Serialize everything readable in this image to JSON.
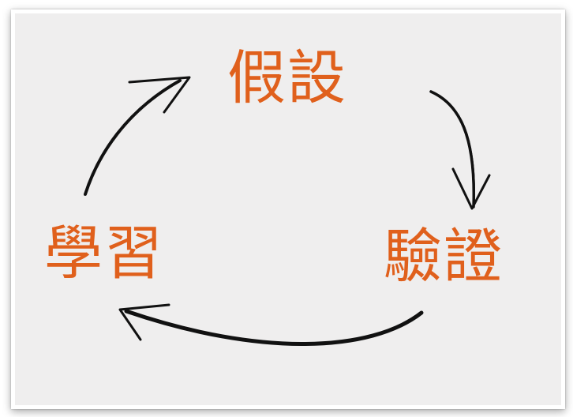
{
  "diagram": {
    "nodes": [
      {
        "id": "hypothesis",
        "label": "假設"
      },
      {
        "id": "verification",
        "label": "驗證"
      },
      {
        "id": "learning",
        "label": "學習"
      }
    ],
    "edges": [
      {
        "from": "hypothesis",
        "to": "verification"
      },
      {
        "from": "verification",
        "to": "learning"
      },
      {
        "from": "learning",
        "to": "hypothesis"
      }
    ]
  },
  "colors": {
    "label": "#e0601c",
    "arrow": "#111111",
    "background": "#efeeee"
  }
}
